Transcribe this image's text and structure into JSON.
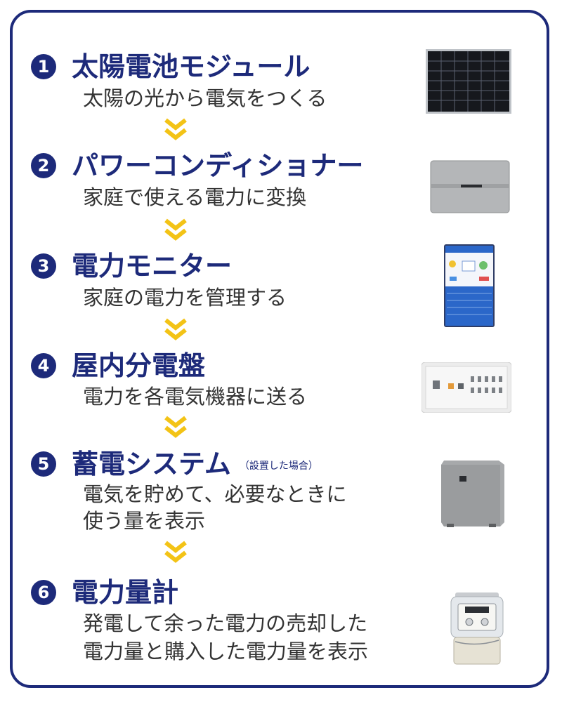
{
  "colors": {
    "navy": "#1d2a7a",
    "arrow": "#f3c316",
    "text": "#333333"
  },
  "steps": [
    {
      "num": "1",
      "title": "太陽電池モジュール",
      "note": "",
      "desc": [
        "太陽の光から電気をつくる"
      ],
      "image": "solar-panel-icon"
    },
    {
      "num": "2",
      "title": "パワーコンディショナー",
      "note": "",
      "desc": [
        "家庭で使える電力に変換"
      ],
      "image": "power-conditioner-icon"
    },
    {
      "num": "3",
      "title": "電力モニター",
      "note": "",
      "desc": [
        "家庭の電力を管理する"
      ],
      "image": "tablet-monitor-icon"
    },
    {
      "num": "4",
      "title": "屋内分電盤",
      "note": "",
      "desc": [
        "電力を各電気機器に送る"
      ],
      "image": "distribution-board-icon"
    },
    {
      "num": "5",
      "title": "蓄電システム",
      "note": "（設置した場合）",
      "desc": [
        "電気を貯めて、必要なときに",
        "使う量を表示"
      ],
      "image": "storage-battery-icon"
    },
    {
      "num": "6",
      "title": "電力量計",
      "note": "",
      "desc": [
        "発電して余った電力の売却した",
        "電力量と購入した電力量を表示"
      ],
      "image": "power-meter-icon"
    }
  ]
}
